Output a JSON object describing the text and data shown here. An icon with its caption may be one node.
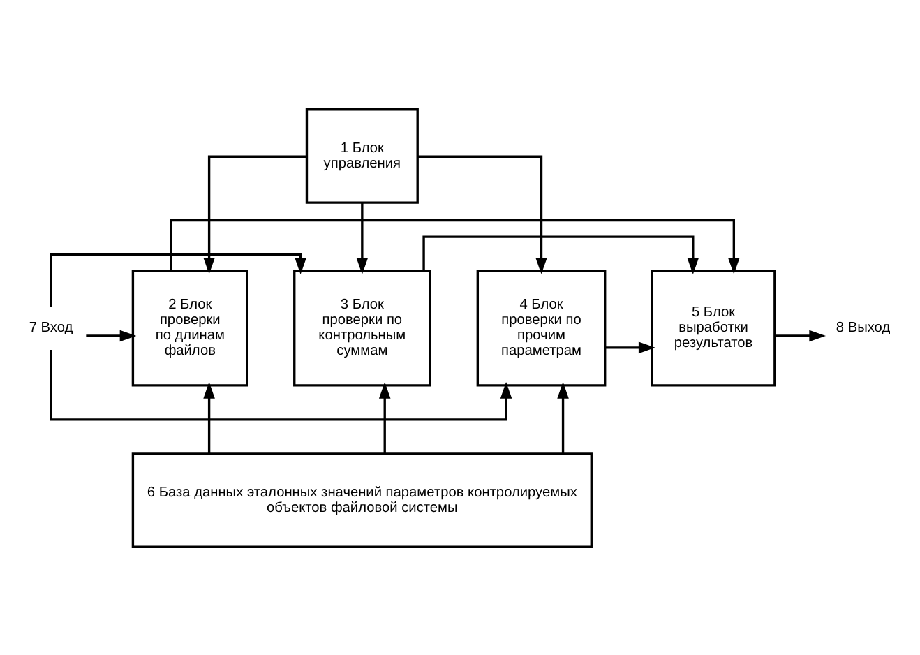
{
  "diagram": {
    "nodes": [
      {
        "text": [
          "1 Блок управления"
        ]
      },
      {
        "text": [
          "2 Блок проверки по длинам файлов"
        ]
      },
      {
        "text": [
          "3 Блок проверки по контрольным суммам"
        ]
      },
      {
        "text": [
          "4 Блок проверки по прочим параметрам"
        ]
      },
      {
        "text": [
          "5 Блок выработки результатов"
        ]
      },
      {
        "text": [
          "6 База данных эталонных значений параметров контролируемых объектов файловой системы"
        ]
      },
      {
        "text": [
          "7 Вход"
        ]
      },
      {
        "text": [
          "8 Выход"
        ]
      }
    ],
    "edges": [
      {
        "from": 0,
        "to": 1,
        "arrow": "to"
      },
      {
        "from": 0,
        "to": 2,
        "arrow": "to"
      },
      {
        "from": 0,
        "to": 3,
        "arrow": "to"
      },
      {
        "from": 6,
        "to": 1,
        "arrow": "to"
      },
      {
        "from": 6,
        "to": 2,
        "arrow": "to"
      },
      {
        "from": 6,
        "to": 3,
        "arrow": "to"
      },
      {
        "from": 1,
        "to": 4,
        "arrow": "to"
      },
      {
        "from": 2,
        "to": 4,
        "arrow": "to"
      },
      {
        "from": 3,
        "to": 4,
        "arrow": "to"
      },
      {
        "from": 4,
        "to": 7,
        "arrow": "to"
      },
      {
        "from": 5,
        "to": 1,
        "arrow": "to"
      },
      {
        "from": 5,
        "to": 2,
        "arrow": "to"
      },
      {
        "from": 5,
        "to": 3,
        "arrow": "to"
      }
    ]
  }
}
